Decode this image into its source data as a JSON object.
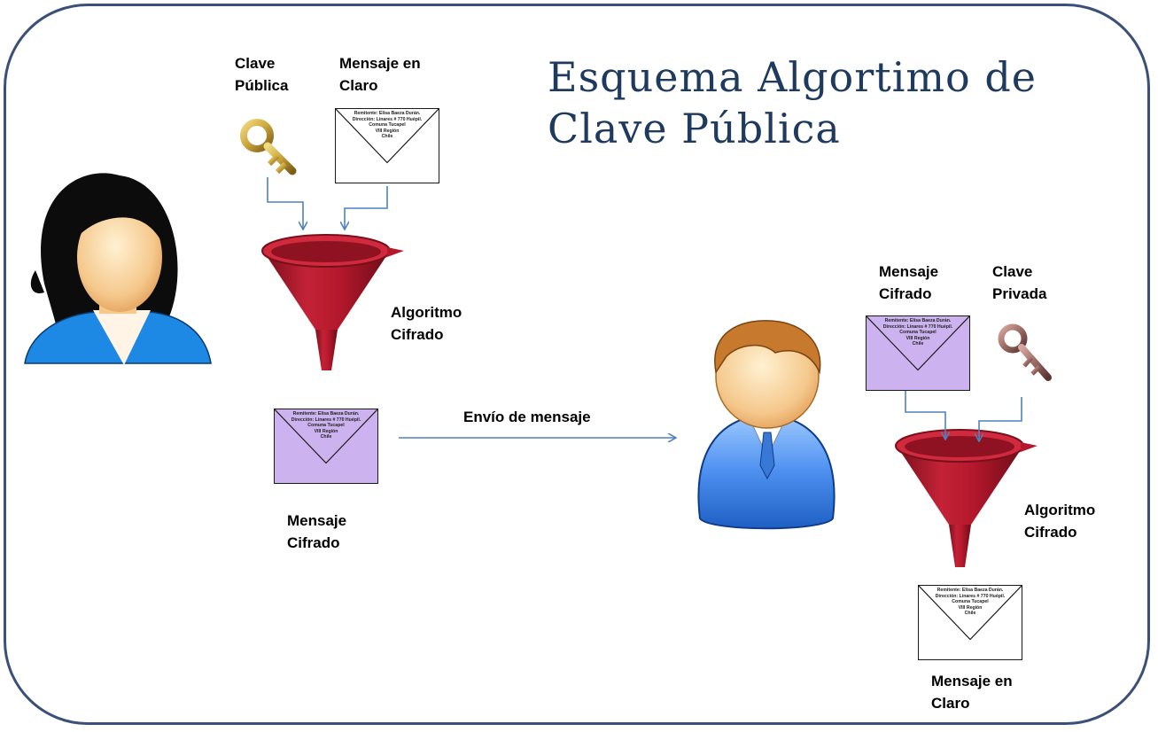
{
  "title": {
    "line1": "Esquema Algortimo de",
    "line2": "Clave Pública"
  },
  "sender": {
    "key_label": [
      "Clave",
      "Pública"
    ],
    "plain_label": [
      "Mensaje en",
      "Claro"
    ],
    "algo_label": [
      "Algoritmo",
      "Cifrado"
    ],
    "cipher_label": [
      "Mensaje",
      "Cifrado"
    ]
  },
  "transmission": {
    "label": "Envío de mensaje"
  },
  "receiver": {
    "cipher_label": [
      "Mensaje",
      "Cifrado"
    ],
    "key_label": [
      "Clave",
      "Privada"
    ],
    "algo_label": [
      "Algoritmo",
      "Cifrado"
    ],
    "plain_label": [
      "Mensaje en",
      "Claro"
    ]
  },
  "envelope_text": [
    "Remitente: Elisa Baeza Durán.",
    "Dirección: Linares # 770 Huépil.",
    "Comuna Tucapel",
    "VIII Región",
    "Chile"
  ],
  "colors": {
    "frame": "#3a5078",
    "title": "#1f3a5f",
    "arrow": "#4f81bd",
    "funnel": "#b4182c",
    "cipher_envelope": "#ccb3ef",
    "plain_envelope": "#ffffff",
    "public_key": "#c9a43c",
    "private_key": "#9a6a62"
  },
  "icons": {
    "sender": "woman-user-icon",
    "receiver": "man-user-icon",
    "public_key": "gold-key-icon",
    "private_key": "red-key-icon",
    "funnel": "funnel-icon"
  }
}
